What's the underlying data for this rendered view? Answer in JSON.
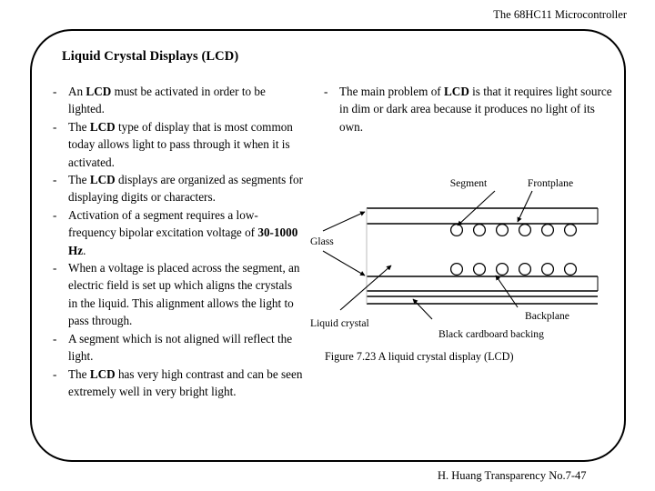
{
  "header": {
    "title": "The 68HC11 Microcontroller"
  },
  "slide": {
    "title": "Liquid Crystal Displays (LCD)",
    "bullet_marker": "-",
    "left_column": [
      {
        "id": "bullet-activated",
        "html": "An <b>LCD</b> must be activated in order to be lighted."
      },
      {
        "id": "bullet-type-of-display",
        "html": "The <b>LCD</b> type of display that is most common today allows light to pass through it when it is activated."
      },
      {
        "id": "bullet-segments",
        "html": "The <b>LCD</b> displays are organized as segments for displaying digits or characters."
      },
      {
        "id": "bullet-excitation",
        "html": "Activation of a segment requires a low-frequency bipolar excitation voltage of <b>30-1000 Hz</b>."
      },
      {
        "id": "bullet-voltage-field",
        "html": "When a voltage is placed across the segment, an electric field is set up which aligns the crystals in the liquid.  This alignment allows the light to pass through."
      },
      {
        "id": "bullet-not-aligned",
        "html": "A segment which is not aligned will reflect the light."
      },
      {
        "id": "bullet-high-contrast",
        "html": "The <b>LCD</b> has very high contrast and can be seen extremely well in very bright light."
      }
    ],
    "right_column": [
      {
        "id": "bullet-main-problem",
        "html": "The main problem of <b>LCD</b> is that it requires light source in dim or dark area because it produces no light of its own."
      }
    ]
  },
  "figure": {
    "caption": "Figure 7.23 A liquid crystal display (LCD)",
    "labels": {
      "segment": "Segment",
      "frontplane": "Frontplane",
      "glass": "Glass",
      "liquid_crystal": "Liquid crystal",
      "black_cardboard_backing": "Black cardboard backing",
      "backplane": "Backplane"
    },
    "top_circle_count": 6,
    "bottom_circle_count": 6,
    "line_color": "#000000"
  },
  "footer": {
    "credit": "H. Huang Transparency No.7-47"
  }
}
